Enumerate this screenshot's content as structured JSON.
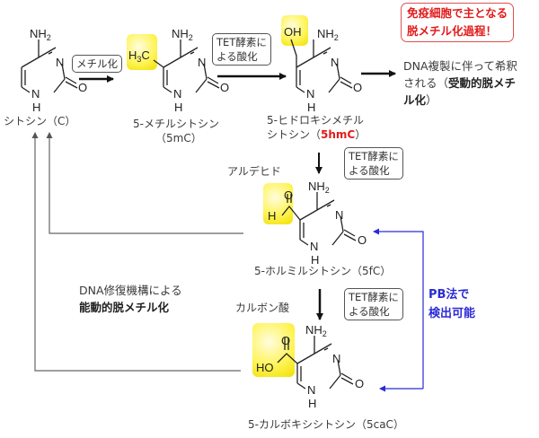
{
  "molecules": {
    "cytosine": {
      "name": "シトシン（C）",
      "substituent": "",
      "atoms": {
        "amine": "NH",
        "amine_sub": "2",
        "n3": "N",
        "n1": "N",
        "h1": "H",
        "o": "O"
      }
    },
    "methylcytosine": {
      "name_line1": "5-メチルシトシン",
      "name_line2": "（5mC）",
      "substituent_main": "H",
      "substituent_sub": "3",
      "substituent_tail": "C"
    },
    "hydroxymethylcytosine": {
      "name_line1": "5-ヒドロキシメチル",
      "name_line2_prefix": "シトシン（",
      "name_abbr": "5hmC",
      "name_line2_suffix": "）",
      "substituent": "OH"
    },
    "formylcytosine": {
      "name": "5-ホルミルシトシン（5fC）",
      "substituent_o": "O",
      "substituent_h": "H",
      "group_label": "アルデヒド"
    },
    "carboxylcytosine": {
      "name": "5-カルボキシシトシン（5caC）",
      "substituent_o": "O",
      "substituent_ho": "HO",
      "group_label": "カルボン酸"
    }
  },
  "reactions": {
    "methylation": "メチル化",
    "tet_oxidation_line1": "TET酵素に",
    "tet_oxidation_line2": "よる酸化"
  },
  "notes": {
    "immune_callout_line1": "免疫細胞で主となる",
    "immune_callout_line2": "脱メチル化過程！",
    "passive_line1": "DNA複製に伴って希釈",
    "passive_line2_prefix": "される（",
    "passive_line2_bold": "受動的脱メチ",
    "passive_line3_bold": "ル化",
    "passive_line3_suffix": "）",
    "active_line1": "DNA修復機構による",
    "active_line2": "能動的脱メチル化",
    "pb_line1": "PB法で",
    "pb_line2": "検出可能"
  },
  "colors": {
    "highlight": "#fff45a",
    "red_accent": "#e21b1b",
    "blue_accent": "#2a2ad6",
    "line": "#555555"
  }
}
